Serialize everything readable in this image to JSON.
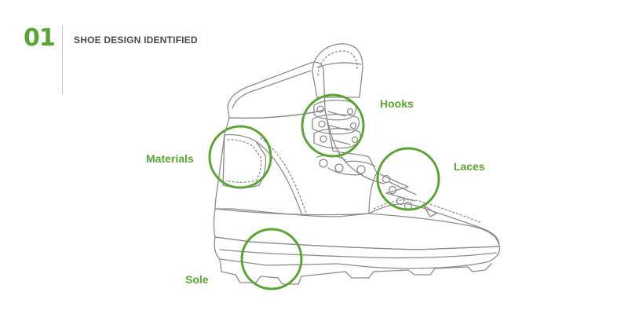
{
  "header": {
    "step_number": "01",
    "title": "SHOE DESIGN IDENTIFIED"
  },
  "callouts": [
    {
      "id": "hooks",
      "label": "Hooks"
    },
    {
      "id": "materials",
      "label": "Materials"
    },
    {
      "id": "laces",
      "label": "Laces"
    },
    {
      "id": "sole",
      "label": "Sole"
    }
  ],
  "colors": {
    "accent": "#5aa532",
    "line_art": "#8c8c8c",
    "title_text": "#4a4a4a",
    "divider": "#c7c7c7"
  },
  "icons": {
    "illustration": "hiking-boot-line-drawing"
  }
}
